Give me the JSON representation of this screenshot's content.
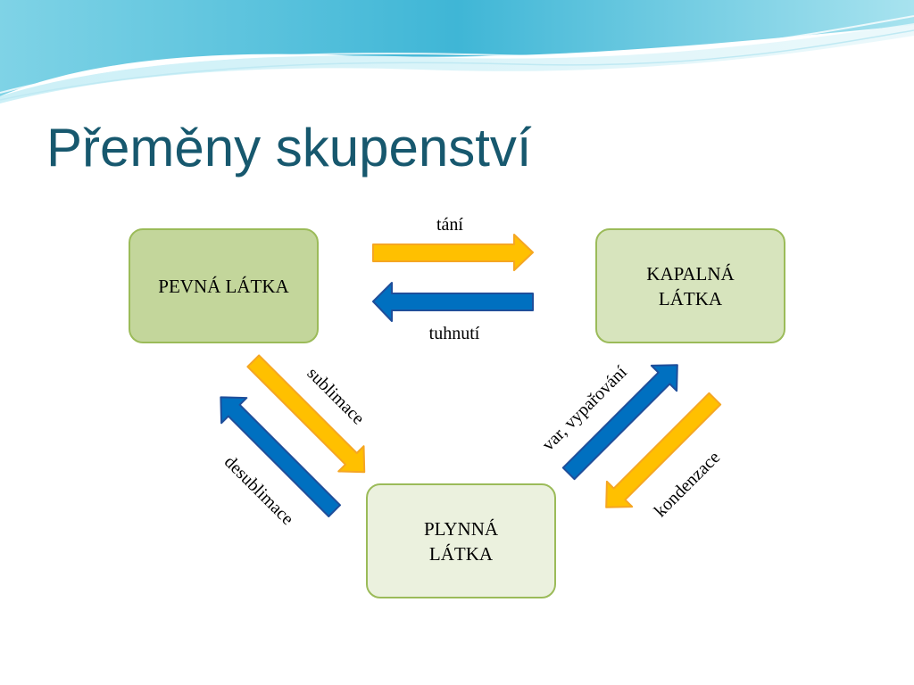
{
  "title": "Přeměny skupenství",
  "states": {
    "solid": [
      "PEVNÁ LÁTKA"
    ],
    "liquid": [
      "KAPALNÁ",
      "LÁTKA"
    ],
    "gas": [
      "PLYNNÁ",
      "LÁTKA"
    ]
  },
  "transitions": {
    "tani": "tání",
    "tuhnuti": "tuhnutí",
    "sublimace": "sublimace",
    "desublimace": "desublimace",
    "var": "var, vypařování",
    "kondenzace": "kondenzace"
  },
  "colors": {
    "title": "#17586e",
    "orange_arrow": "#ffc000",
    "orange_border": "#f5a623",
    "blue_arrow": "#0070c0",
    "blue_border": "#1f4e9a",
    "box_border": "#9bbb59",
    "solid_fill": "#c3d69b",
    "liquid_fill": "#d7e4bd",
    "gas_fill": "#ebf1de"
  }
}
